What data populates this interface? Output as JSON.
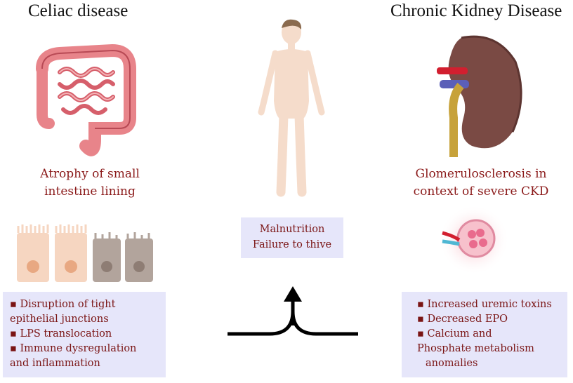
{
  "left": {
    "heading": "Celiac disease",
    "caption_line1": "Atrophy of small",
    "caption_line2": "intestine lining",
    "bullets": [
      {
        "marker": "▪",
        "line1": "Disruption of tight",
        "line2": "epithelial junctions"
      },
      {
        "marker": "▪",
        "line1": "LPS translocation",
        "line2": ""
      },
      {
        "marker": "▪",
        "line1": "Immune dysregulation",
        "line2": "and inflammation"
      }
    ]
  },
  "right": {
    "heading": "Chronic Kidney Disease",
    "caption_line1": "Glomerulosclerosis in",
    "caption_line2": "context of severe CKD",
    "bullets": [
      {
        "marker": "▪",
        "line1": "Increased uremic toxins",
        "line2": ""
      },
      {
        "marker": "▪",
        "line1": "Decreased EPO",
        "line2": ""
      },
      {
        "marker": "▪",
        "line1": "Calcium and",
        "line2": "Phosphate metabolism",
        "line3": "anomalies"
      }
    ]
  },
  "center": {
    "line1": "Malnutrition",
    "line2": "Failure to thive"
  },
  "colors": {
    "box_bg": "#e6e6fa",
    "caption_text": "#8b1a1a",
    "bullet_text": "#7a1414",
    "intestine": "#e8848a",
    "kidney": "#7a4a44",
    "skin": "#f5dccb"
  },
  "icons": [
    "intestine-illustration",
    "human-figure-illustration",
    "kidney-illustration",
    "epithelial-cells-illustration",
    "glomerulus-illustration",
    "merging-arrow-icon"
  ]
}
